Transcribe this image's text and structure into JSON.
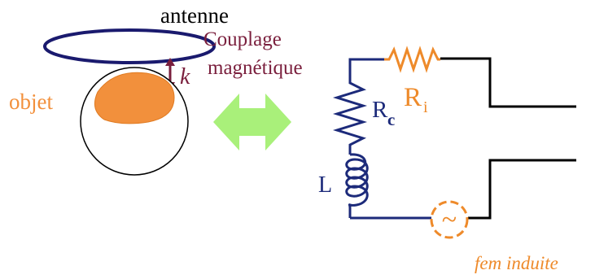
{
  "labels": {
    "antenne": "antenne",
    "couplage": "Couplage",
    "magnetique": "magnétique",
    "k": "k",
    "objet": "objet",
    "rc_main": "R",
    "rc_sub": "c",
    "ri_main": "R",
    "ri_sub": "i",
    "l": "L",
    "fem": "fem induite",
    "source_symbol": "~"
  },
  "colors": {
    "antenna": "#1a1a6e",
    "coupling": "#7a1f3d",
    "object": "#f2903c",
    "resistor_orange": "#ee8a2a",
    "coil": "#1c2a7a",
    "arrow": "#a9f07a",
    "wire": "#000000"
  }
}
